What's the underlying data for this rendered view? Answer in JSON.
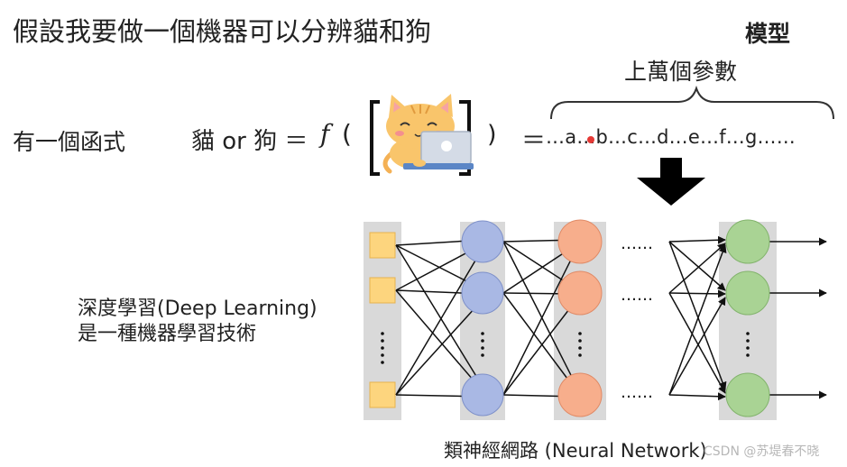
{
  "title": "假設我要做一個機器可以分辨貓和狗",
  "model_label": "模型",
  "params_label": "上萬個參數",
  "function_label": "有一個函式",
  "equation": {
    "lhs": "貓 or 狗 ＝",
    "f": "f",
    "open_paren": "(",
    "close_paren": ")",
    "equals": "＝",
    "params_sequence": "…a…b…c…d…e…f…g……"
  },
  "deep_learning": {
    "line1": "深度學習(Deep Learning)",
    "line2": "是一種機器學習技術"
  },
  "network_label": "類神經網路 (Neural Network)",
  "watermark": "CSDN @苏堤春不晓",
  "colors": {
    "input_node": "#fdd57e",
    "hidden1_node": "#a9b8e4",
    "hidden2_node": "#f7ae8c",
    "output_node": "#a9d394",
    "column_bg": "#d9d9d9",
    "red_dot": "#e53935"
  },
  "icons": [
    "cat-with-laptop-icon",
    "down-arrow-icon"
  ],
  "network": {
    "layers": [
      {
        "kind": "input",
        "nodes": 3
      },
      {
        "kind": "hidden",
        "nodes": 3
      },
      {
        "kind": "hidden",
        "nodes": 3
      },
      {
        "kind": "output",
        "nodes": 3
      }
    ],
    "ellipsis": "……"
  }
}
